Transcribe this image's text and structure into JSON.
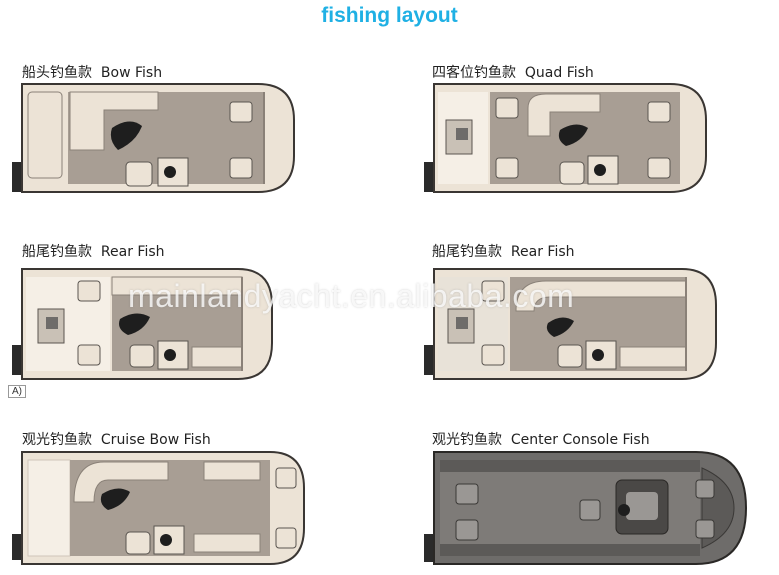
{
  "page": {
    "title": "fishing layout",
    "watermark": "mainlandyacht.en.alibaba.com",
    "corner_mark": "A)"
  },
  "layouts": [
    {
      "name_zh": "船头钓鱼款",
      "name_en": "Bow Fish"
    },
    {
      "name_zh": "四客位钓鱼款",
      "name_en": "Quad Fish"
    },
    {
      "name_zh": "船尾钓鱼款",
      "name_en": "Rear Fish"
    },
    {
      "name_zh": "船尾钓鱼款",
      "name_en": "Rear Fish"
    },
    {
      "name_zh": "观光钓鱼款",
      "name_en": "Cruise Bow Fish"
    },
    {
      "name_zh": "观光钓鱼款",
      "name_en": "Center Console Fish"
    }
  ],
  "colors": {
    "title": "#1fb0e4",
    "deck": "#a89e94",
    "furniture": "#ece3d6",
    "deck_dark": "#6e6c6a",
    "outline": "#3a3633"
  }
}
